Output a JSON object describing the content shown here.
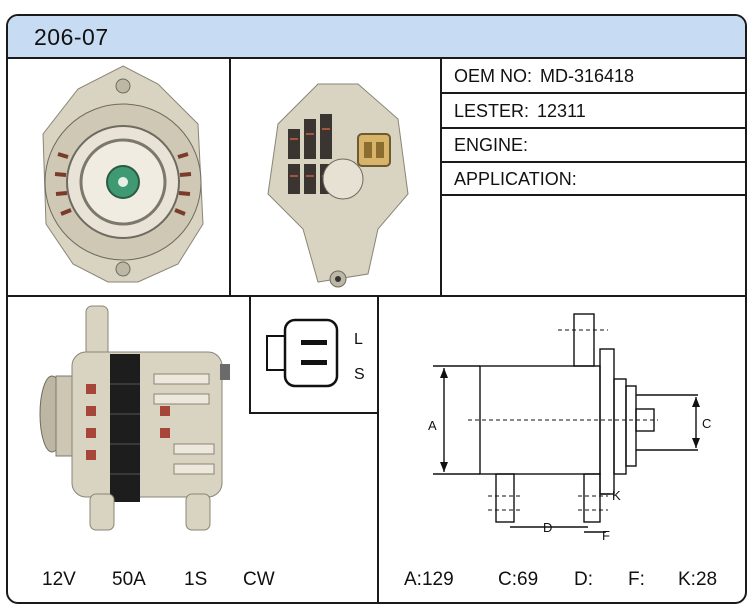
{
  "header": {
    "part_number": "206-07"
  },
  "specs": [
    {
      "label": "OEM NO:",
      "value": "MD-316418"
    },
    {
      "label": "LESTER:",
      "value": "12311"
    },
    {
      "label": "ENGINE:",
      "value": ""
    },
    {
      "label": "APPLICATION:",
      "value": ""
    }
  ],
  "connector": {
    "pins": [
      "L",
      "S"
    ]
  },
  "ratings": {
    "voltage": "12V",
    "amperage": "50A",
    "plug": "1S",
    "rotation": "CW"
  },
  "diagram_letters": {
    "a": "A",
    "c": "C",
    "d": "D",
    "f": "F",
    "k": "K"
  },
  "dimensions": [
    {
      "label": "A:",
      "value": "129"
    },
    {
      "label": "C:",
      "value": "69"
    },
    {
      "label": "D:",
      "value": ""
    },
    {
      "label": "F:",
      "value": ""
    },
    {
      "label": "K:",
      "value": "28"
    }
  ],
  "colors": {
    "header_bg": "#c7dcf3",
    "border": "#1a1a1a",
    "alloy": "#d9d3c2"
  }
}
